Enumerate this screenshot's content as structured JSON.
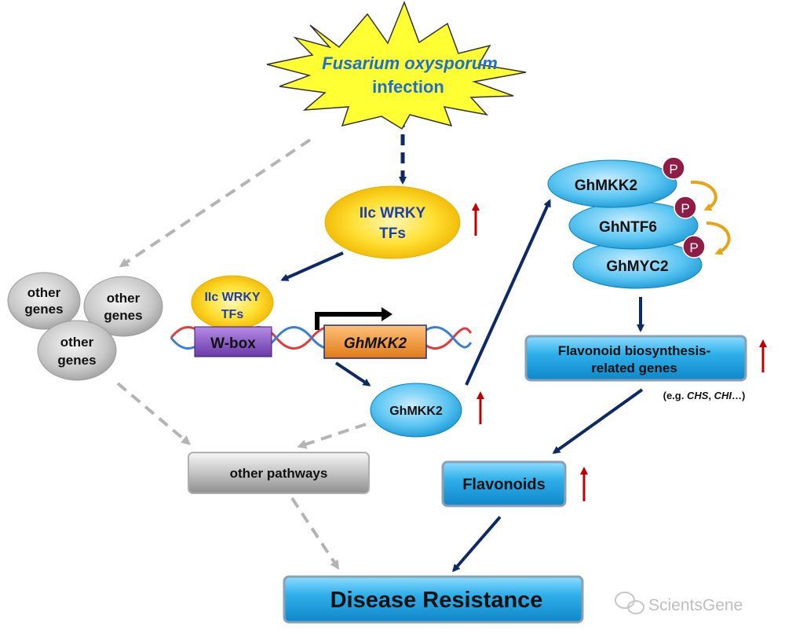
{
  "infection": {
    "line1": "Fusarium oxysporum",
    "line2": "infection"
  },
  "wrky_tfs": {
    "line1": "IIc WRKY",
    "line2": "TFs"
  },
  "wrky_bound": {
    "line1": "IIc WRKY",
    "line2": "TFs"
  },
  "wbox": {
    "label": "W-box"
  },
  "gene": {
    "label": "GhMKK2"
  },
  "ghmkk2_protein": {
    "label": "GhMKK2"
  },
  "other_genes": [
    {
      "line1": "other",
      "line2": "genes"
    },
    {
      "line1": "other",
      "line2": "genes"
    },
    {
      "line1": "other",
      "line2": "genes"
    }
  ],
  "complex": {
    "mkk2": "GhMKK2",
    "ntf6": "GhNTF6",
    "myc2": "GhMYC2",
    "phospho": "P"
  },
  "flavonoid_genes": {
    "line1": "Flavonoid biosynthesis-",
    "line2": "related genes"
  },
  "example_note": {
    "prefix": "(e.g. ",
    "chs": "CHS",
    "sep": ", ",
    "chi": "CHI",
    "suffix": "…)"
  },
  "other_pathways": {
    "label": "other pathways"
  },
  "flavonoids": {
    "label": "Flavonoids"
  },
  "disease_resistance": {
    "label": "Disease Resistance"
  },
  "watermark": {
    "label": "ScientsGene"
  },
  "colors": {
    "dark_arrow": "#0d2a66",
    "gray_arrow": "#b4b4b4",
    "up_arrow": "#c00000",
    "blue_box": "#1a9ad6",
    "yellow": "#ffdd33",
    "purple_p": "#8e1c45"
  }
}
